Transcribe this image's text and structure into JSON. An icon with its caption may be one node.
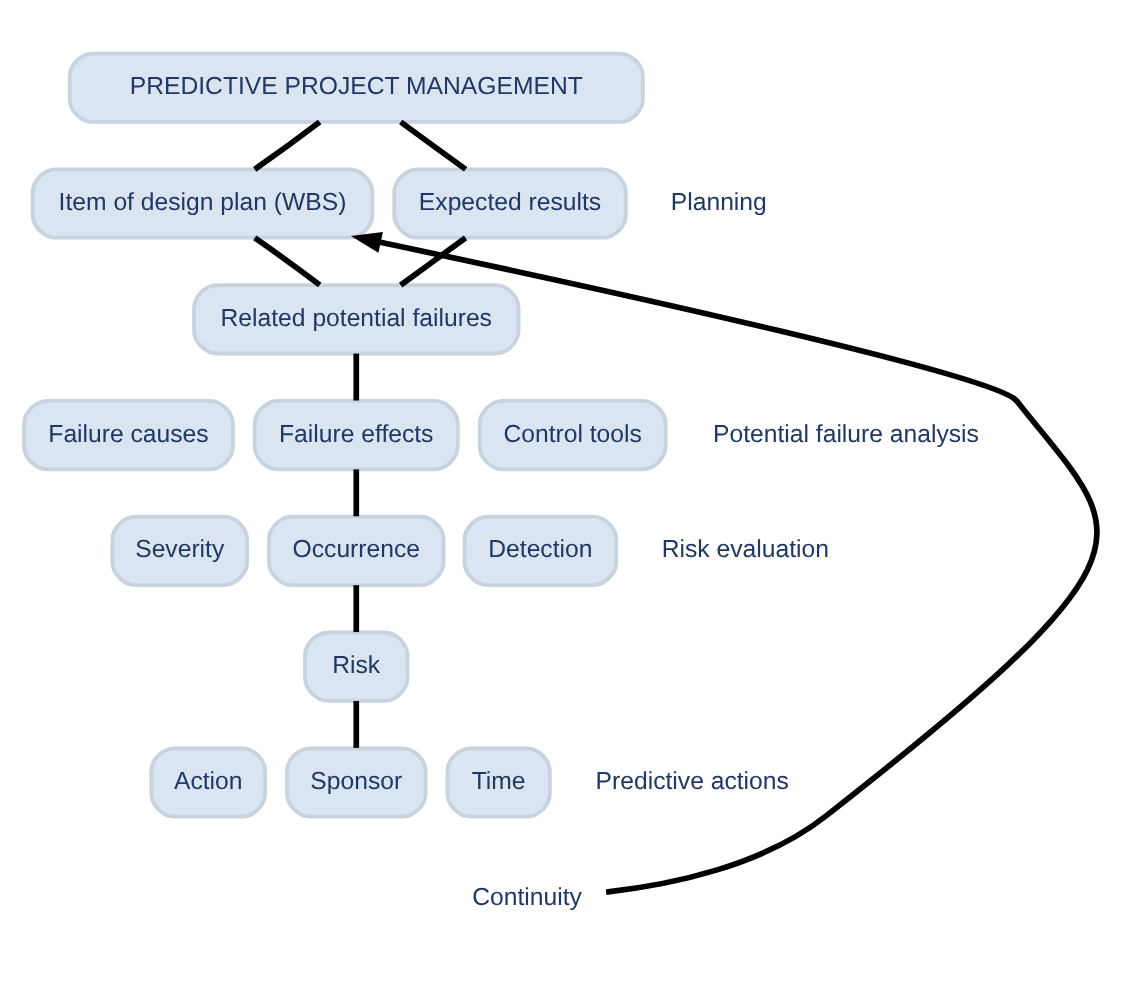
{
  "diagram": {
    "nodes": [
      {
        "text": [
          "PREDICTIVE PROJECT MANAGEMENT"
        ]
      },
      {
        "text": [
          "Item of design plan (WBS)"
        ]
      },
      {
        "text": [
          "Expected results"
        ]
      },
      {
        "text": [
          "Related potential failures"
        ]
      },
      {
        "text": [
          "Failure causes"
        ]
      },
      {
        "text": [
          "Failure effects"
        ]
      },
      {
        "text": [
          "Control tools"
        ]
      },
      {
        "text": [
          "Severity"
        ]
      },
      {
        "text": [
          "Occurrence"
        ]
      },
      {
        "text": [
          "Detection"
        ]
      },
      {
        "text": [
          "Risk"
        ]
      },
      {
        "text": [
          "Action"
        ]
      },
      {
        "text": [
          "Sponsor"
        ]
      },
      {
        "text": [
          "Time"
        ]
      },
      {
        "text": [
          "Continuity"
        ]
      }
    ],
    "edges": [
      {
        "from": 0,
        "to": 1,
        "arrow": "none"
      },
      {
        "from": 0,
        "to": 2,
        "arrow": "none"
      },
      {
        "from": 1,
        "to": 3,
        "arrow": "none"
      },
      {
        "from": 2,
        "to": 3,
        "arrow": "none"
      },
      {
        "from": 3,
        "to": 5,
        "arrow": "none"
      },
      {
        "from": 5,
        "to": 8,
        "arrow": "none"
      },
      {
        "from": 8,
        "to": 10,
        "arrow": "none"
      },
      {
        "from": 10,
        "to": 12,
        "arrow": "none"
      },
      {
        "from": 14,
        "to": 1,
        "arrow": "to"
      }
    ],
    "labels": [
      "Planning",
      "Potential failure analysis",
      "Risk evaluation",
      "Predictive actions"
    ]
  }
}
